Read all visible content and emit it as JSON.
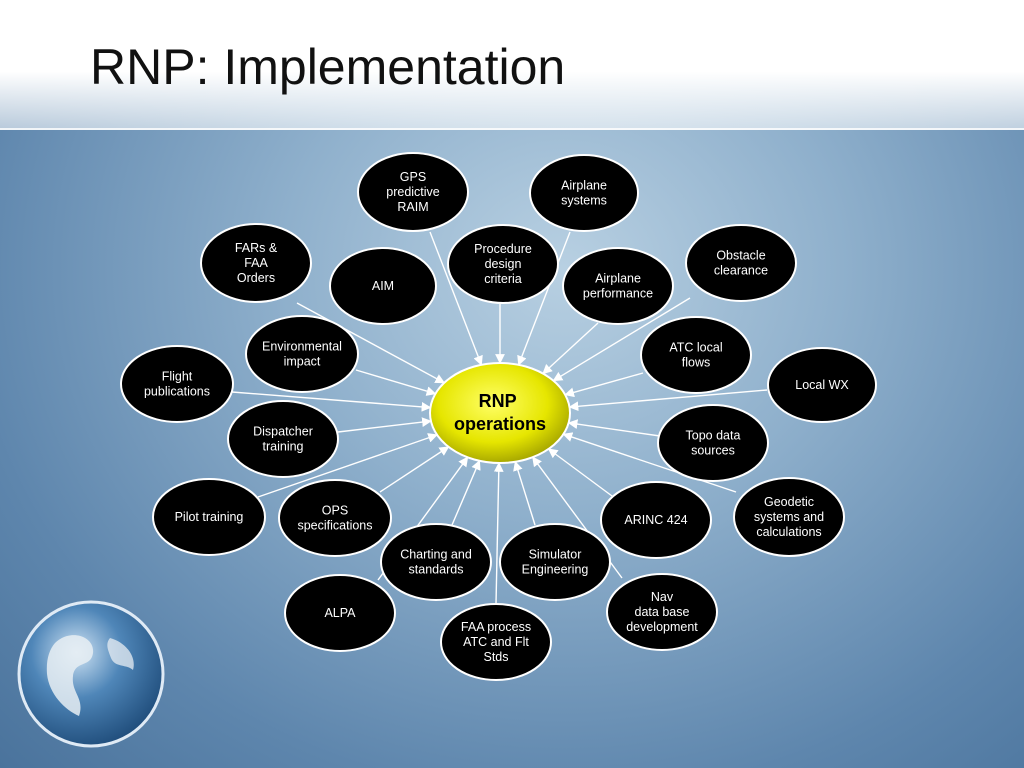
{
  "title": "RNP: Implementation",
  "colors": {
    "node_fill": "#000000",
    "node_stroke": "#ffffff",
    "node_text": "#ffffff",
    "center_fill": "#e8e800",
    "center_text": "#000000",
    "arrow": "#ffffff"
  },
  "center": {
    "lines": [
      "RNP",
      "operations"
    ]
  },
  "nodes": [
    {
      "id": "gps-predictive-raim",
      "lines": [
        "GPS",
        "predictive",
        "RAIM"
      ]
    },
    {
      "id": "airplane-systems",
      "lines": [
        "Airplane",
        "systems"
      ]
    },
    {
      "id": "fars-faa-orders",
      "lines": [
        "FARs &",
        "FAA",
        "Orders"
      ]
    },
    {
      "id": "aim",
      "lines": [
        "AIM"
      ]
    },
    {
      "id": "procedure-design-criteria",
      "lines": [
        "Procedure",
        "design",
        "criteria"
      ]
    },
    {
      "id": "airplane-performance",
      "lines": [
        "Airplane",
        "performance"
      ]
    },
    {
      "id": "obstacle-clearance",
      "lines": [
        "Obstacle",
        "clearance"
      ]
    },
    {
      "id": "environmental-impact",
      "lines": [
        "Environmental",
        "impact"
      ]
    },
    {
      "id": "atc-local-flows",
      "lines": [
        "ATC local",
        "flows"
      ]
    },
    {
      "id": "flight-publications",
      "lines": [
        "Flight",
        "publications"
      ]
    },
    {
      "id": "local-wx",
      "lines": [
        "Local WX"
      ]
    },
    {
      "id": "dispatcher-training",
      "lines": [
        "Dispatcher",
        "training"
      ]
    },
    {
      "id": "topo-data-sources",
      "lines": [
        "Topo data",
        "sources"
      ]
    },
    {
      "id": "pilot-training",
      "lines": [
        "Pilot training"
      ]
    },
    {
      "id": "ops-specifications",
      "lines": [
        "OPS",
        "specifications"
      ]
    },
    {
      "id": "arinc-424",
      "lines": [
        "ARINC 424"
      ]
    },
    {
      "id": "geodetic-systems",
      "lines": [
        "Geodetic",
        "systems and",
        "calculations"
      ]
    },
    {
      "id": "charting-and-standards",
      "lines": [
        "Charting and",
        "standards"
      ]
    },
    {
      "id": "simulator-engineering",
      "lines": [
        "Simulator",
        "Engineering"
      ]
    },
    {
      "id": "alpa",
      "lines": [
        "ALPA"
      ]
    },
    {
      "id": "nav-database",
      "lines": [
        "Nav",
        "data base",
        "development"
      ]
    },
    {
      "id": "faa-process",
      "lines": [
        "FAA process",
        "ATC and Flt",
        "Stds"
      ]
    }
  ]
}
